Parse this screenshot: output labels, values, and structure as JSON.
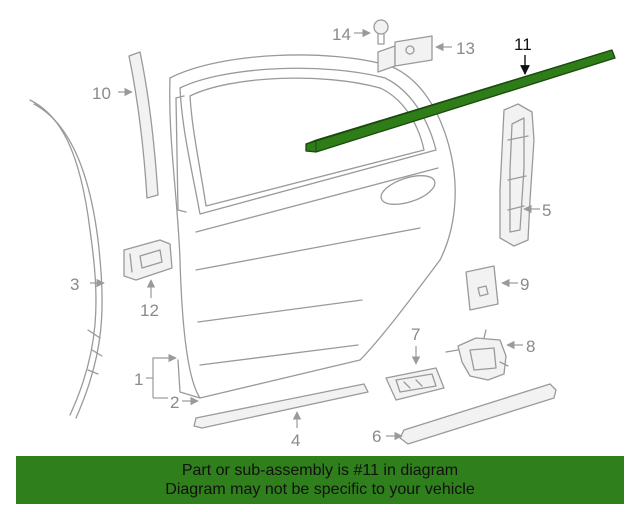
{
  "diagram": {
    "callouts": {
      "c1": "1",
      "c2": "2",
      "c3": "3",
      "c4": "4",
      "c5": "5",
      "c6": "6",
      "c7": "7",
      "c8": "8",
      "c9": "9",
      "c10": "10",
      "c11": "11",
      "c12": "12",
      "c13": "13",
      "c14": "14"
    },
    "highlighted_part": "11",
    "highlight_color": "#2e7d18",
    "line_color": "#9a9a9a"
  },
  "banner": {
    "line1": "Part or sub-assembly is #11 in diagram",
    "line2": "Diagram may not be specific to your vehicle",
    "color": "#2f7f1c"
  }
}
